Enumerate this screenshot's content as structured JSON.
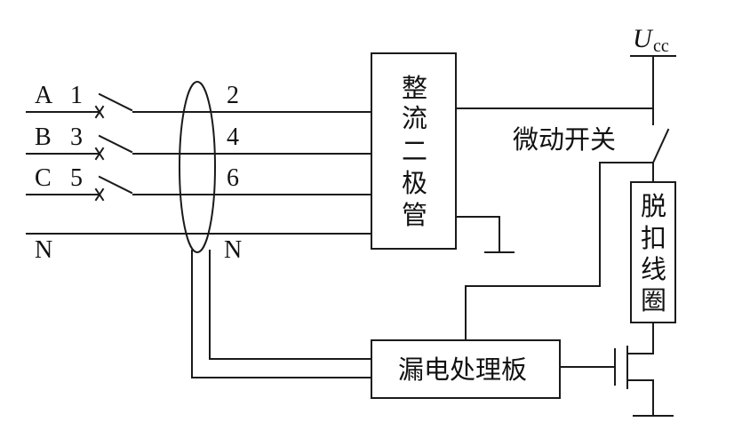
{
  "phase_labels": [
    "A",
    "B",
    "C",
    "N"
  ],
  "input_terminals": [
    "1",
    "3",
    "5"
  ],
  "output_terminals": [
    "2",
    "4",
    "6",
    "N"
  ],
  "blocks": {
    "rectifier": [
      "整",
      "流",
      "二",
      "极",
      "管"
    ],
    "trip_coil": [
      "脱",
      "扣",
      "线",
      "圈"
    ],
    "leakage_board": "漏电处理板"
  },
  "micro_switch": "微动开关",
  "supply": {
    "symbol": "U",
    "subscript": "cc"
  }
}
